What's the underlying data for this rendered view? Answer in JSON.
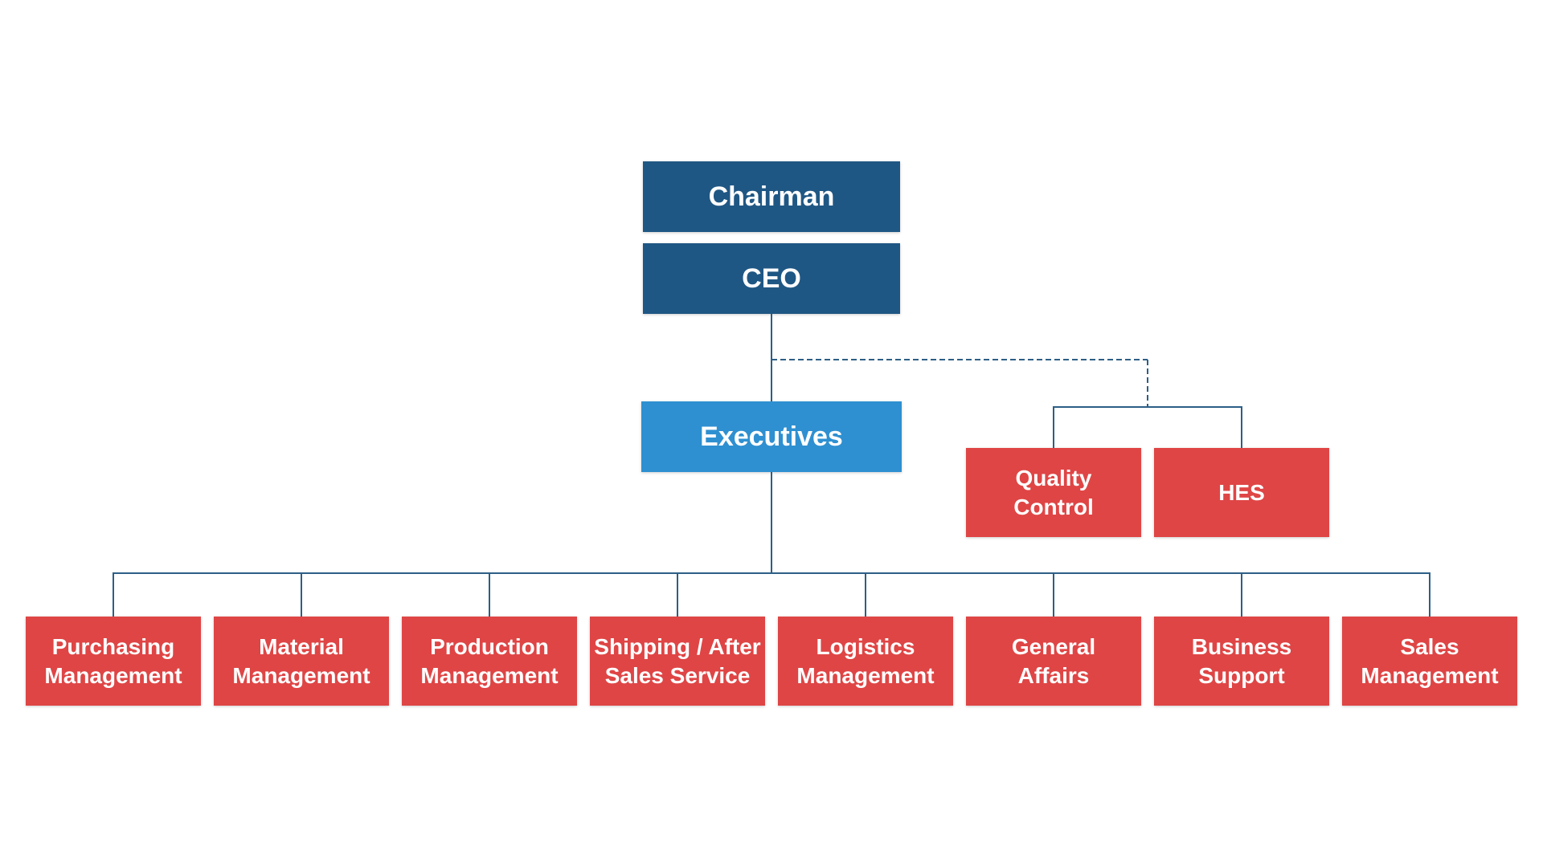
{
  "diagram": {
    "type": "org-chart",
    "nodes": {
      "chairman": {
        "lines": [
          "Chairman"
        ]
      },
      "ceo": {
        "lines": [
          "CEO"
        ]
      },
      "executives": {
        "lines": [
          "Executives"
        ]
      },
      "quality_control": {
        "lines": [
          "Quality",
          "Control"
        ]
      },
      "hes": {
        "lines": [
          "HES"
        ]
      },
      "departments": [
        {
          "lines": [
            "Purchasing",
            "Management"
          ]
        },
        {
          "lines": [
            "Material",
            "Management"
          ]
        },
        {
          "lines": [
            "Production",
            "Management"
          ]
        },
        {
          "lines": [
            "Shipping / After",
            "Sales Service"
          ]
        },
        {
          "lines": [
            "Logistics",
            "Management"
          ]
        },
        {
          "lines": [
            "General",
            "Affairs"
          ]
        },
        {
          "lines": [
            "Business",
            "Support"
          ]
        },
        {
          "lines": [
            "Sales",
            "Management"
          ]
        }
      ]
    },
    "colors": {
      "executive_box_dark_blue": "#1f5784",
      "executives_box_light_blue": "#2e90d1",
      "department_box_red": "#df4545",
      "connector_line_blue": "#2d5f86",
      "text_white": "#ffffff",
      "background": "#ffffff"
    }
  }
}
